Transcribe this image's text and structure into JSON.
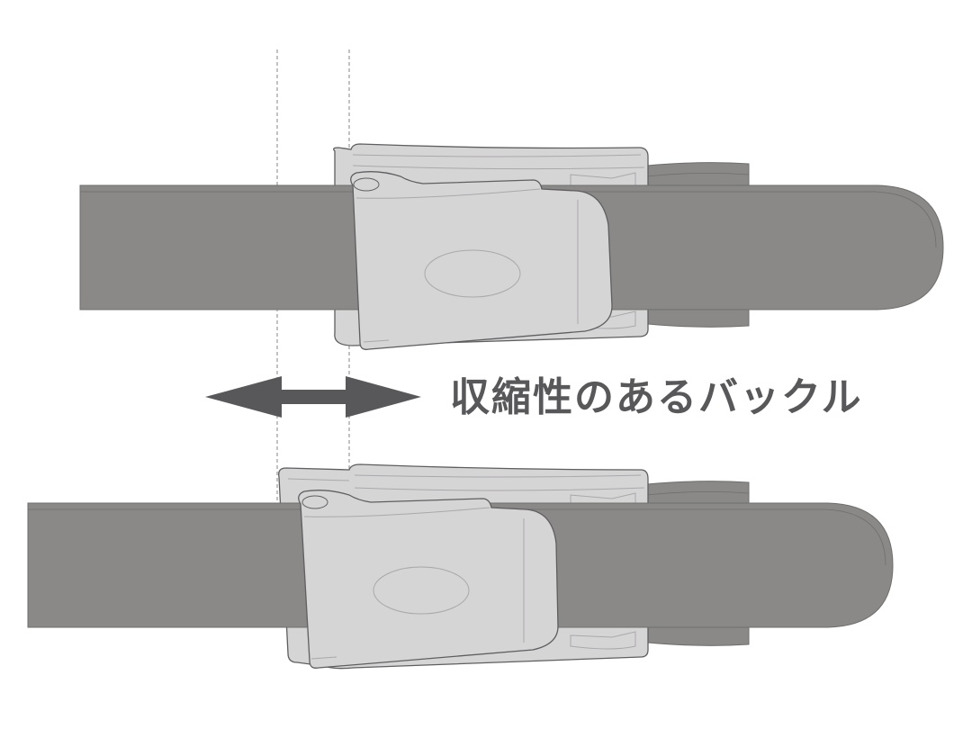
{
  "caption": "収縮性のあるバックル",
  "colors": {
    "belt": "#8a8987",
    "belt_edge": "#6f6e6c",
    "buckle": "#d6d5d6",
    "buckle_edge": "#5f5e60",
    "buckle_detail": "#a9a8aa",
    "arrow": "#58585a",
    "guide_line": "#9a9a9a",
    "text": "#58585a"
  },
  "illustration": {
    "items": [
      {
        "name": "belt-with-buckle-extended",
        "position": "top"
      },
      {
        "name": "belt-with-buckle-contracted",
        "position": "bottom"
      }
    ],
    "arrow": "double-headed-horizontal",
    "guides": 2
  }
}
